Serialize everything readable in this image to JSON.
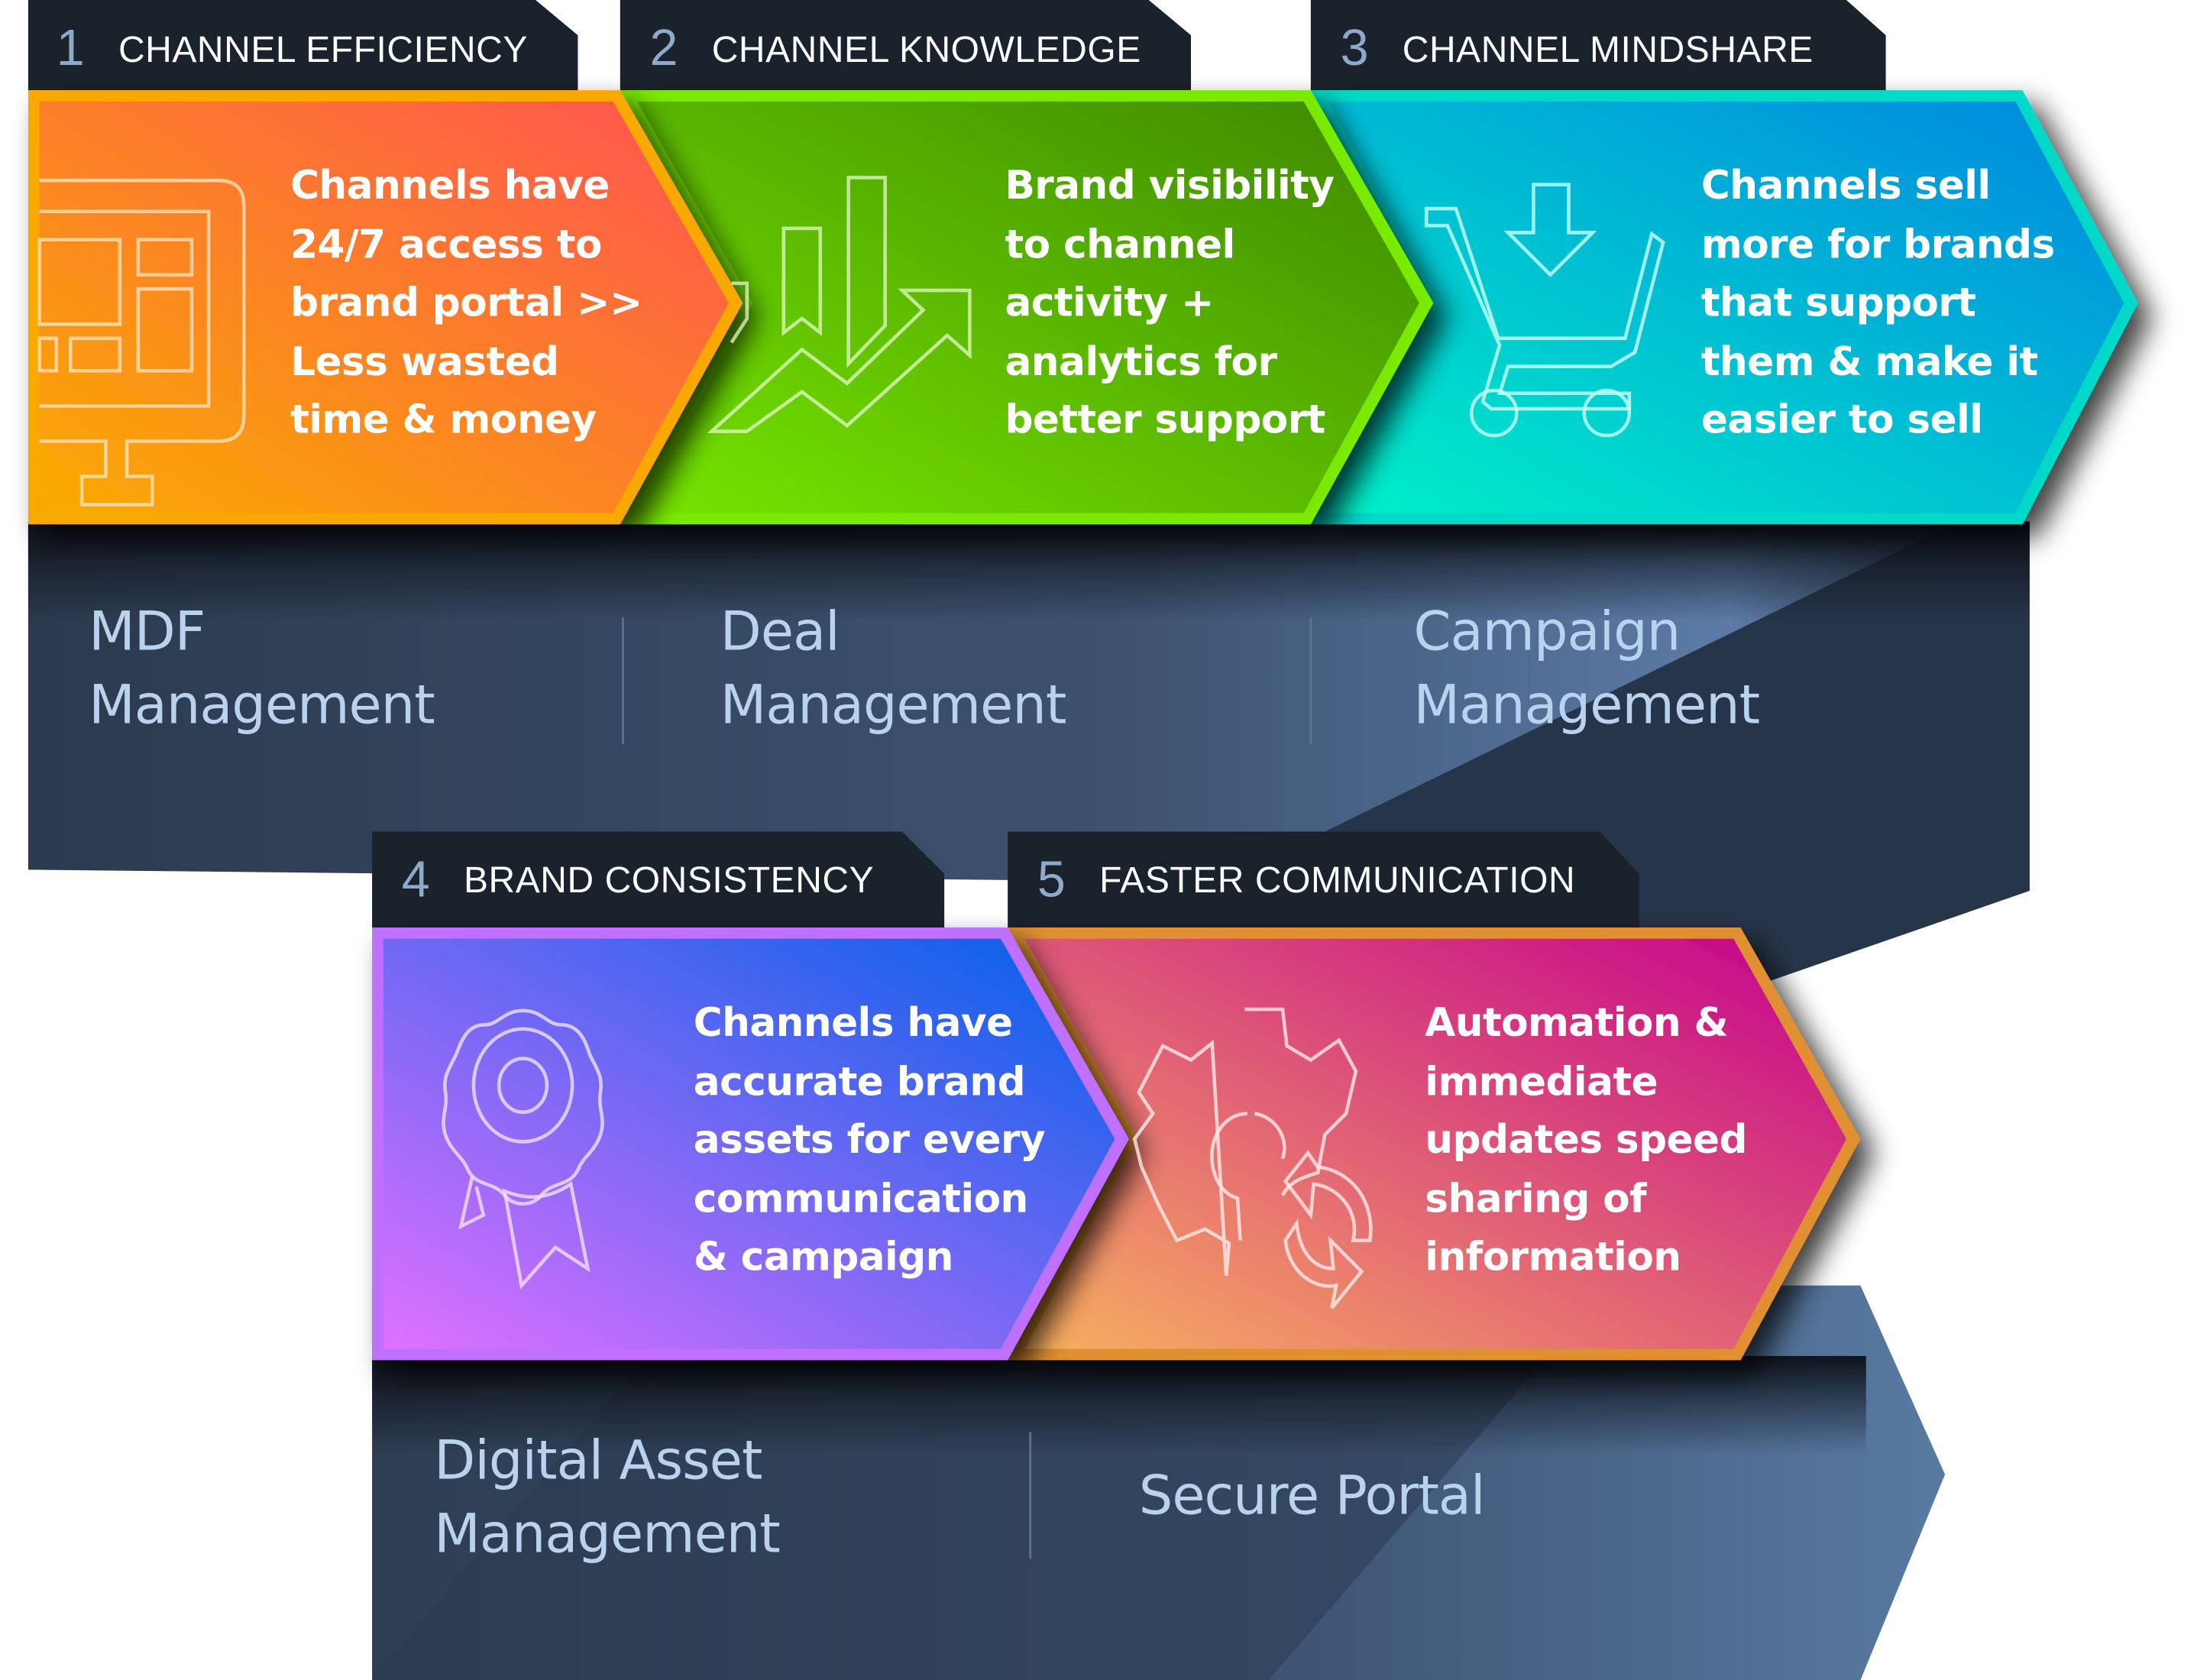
{
  "top_row": {
    "steps": [
      {
        "number": "1",
        "title": "CHANNEL EFFICIENCY",
        "icon": "monitor-dashboard-icon",
        "lines": [
          "Channels have",
          "24/7 access to",
          "brand portal >>",
          "Less wasted",
          "time & money"
        ],
        "colors": {
          "start": "#f9ab00",
          "end": "#ff5252",
          "border": "#f9a800"
        }
      },
      {
        "number": "2",
        "title": "CHANNEL KNOWLEDGE",
        "icon": "growth-chart-icon",
        "lines": [
          "Brand visibility",
          "to channel",
          "activity +",
          "analytics for",
          "better support"
        ],
        "colors": {
          "start": "#76e400",
          "end": "#3d8800",
          "border": "#7aea00"
        }
      },
      {
        "number": "3",
        "title": "CHANNEL MINDSHARE",
        "icon": "shopping-cart-icon",
        "lines": [
          "Channels sell",
          "more for brands",
          "that support",
          "them & make it",
          "easier to sell"
        ],
        "colors": {
          "start": "#00f0c8",
          "end": "#0088e0",
          "border": "#00e0c8"
        }
      }
    ],
    "solutions": [
      {
        "lines": [
          "MDF",
          "Management"
        ]
      },
      {
        "lines": [
          "Deal",
          "Management"
        ]
      },
      {
        "lines": [
          "Campaign",
          "Management"
        ]
      }
    ]
  },
  "bottom_row": {
    "steps": [
      {
        "number": "4",
        "title": "BRAND CONSISTENCY",
        "icon": "award-ribbon-icon",
        "lines": [
          "Channels have",
          "accurate brand",
          "assets for every",
          "communication",
          "& campaign"
        ],
        "colors": {
          "start": "#e070ff",
          "end": "#0060e8",
          "border": "#d070ff"
        }
      },
      {
        "number": "5",
        "title": "FASTER COMMUNICATION",
        "icon": "gear-sync-icon",
        "lines": [
          "Automation &",
          "immediate",
          "updates speed",
          "sharing of",
          "information"
        ],
        "colors": {
          "start": "#f8b060",
          "end": "#c4008e",
          "border": "#e8a030"
        }
      }
    ],
    "solutions": [
      {
        "lines": [
          "Digital Asset",
          "Management"
        ]
      },
      {
        "lines": [
          "Secure Portal"
        ]
      }
    ]
  },
  "palette": {
    "tab_bg": "#1a222c",
    "panel_dark": "#27354a",
    "panel_light": "#5a7aa6",
    "number_color": "#8ea9c9",
    "label_color": "#b9d3ee"
  }
}
